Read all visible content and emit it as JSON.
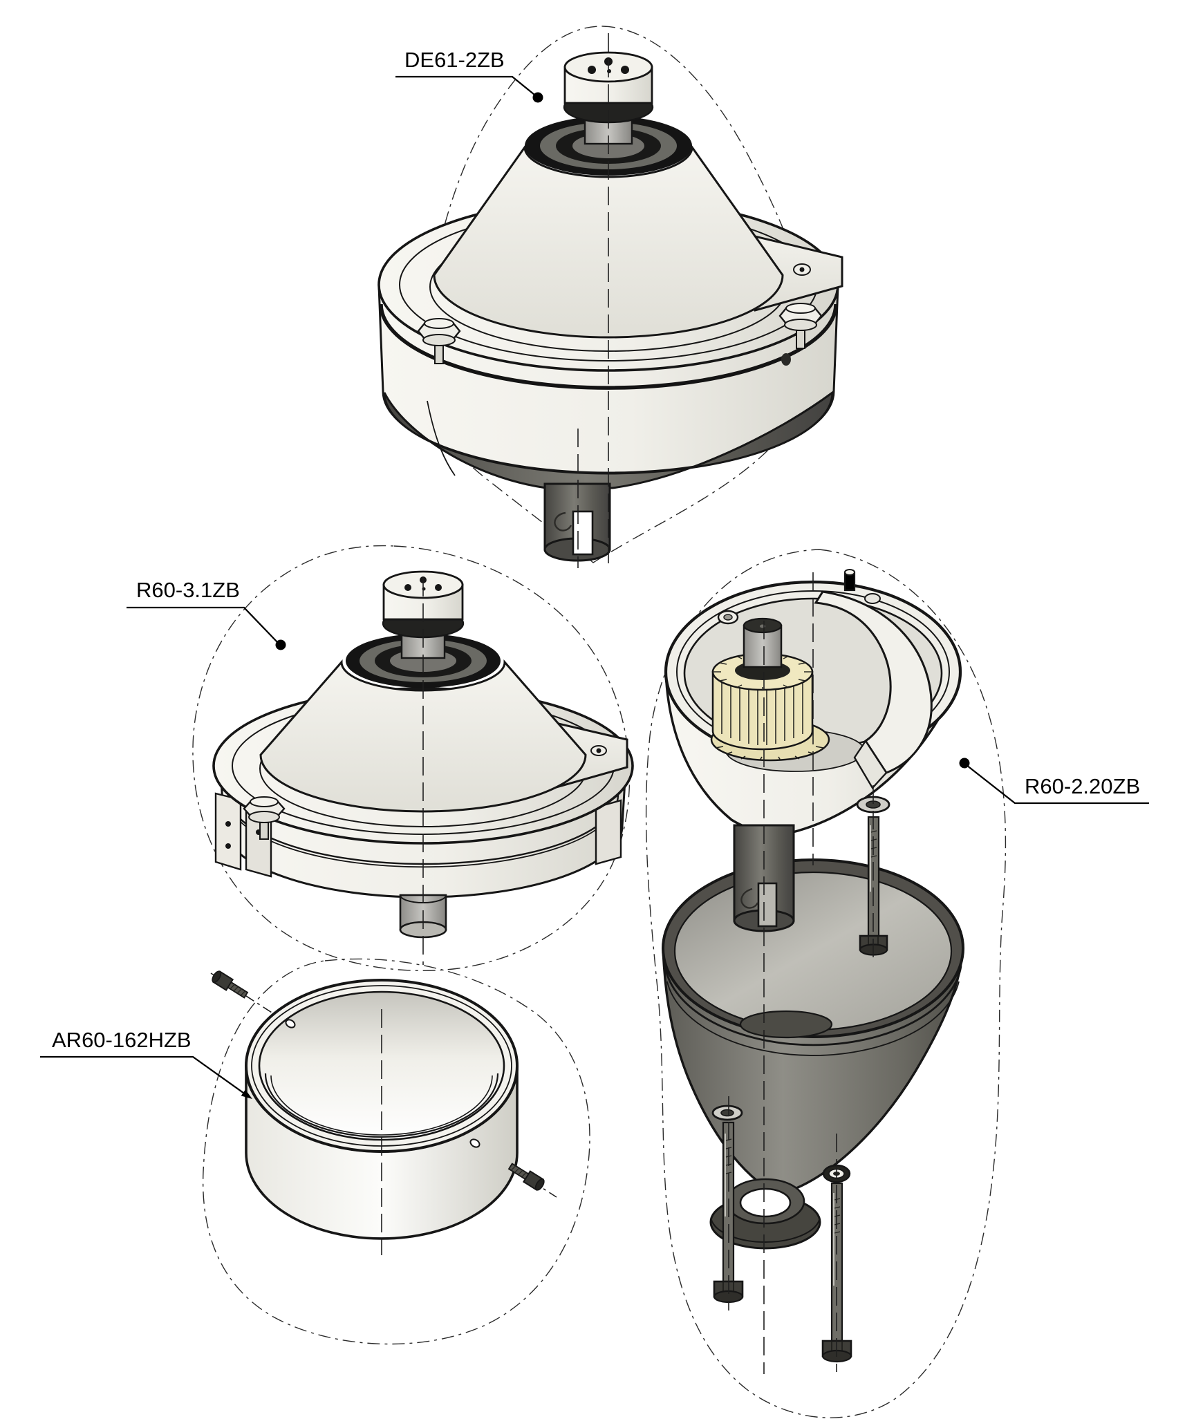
{
  "diagram": {
    "type": "exploded-parts-diagram",
    "background": "#ffffff",
    "parts": [
      {
        "id": "de61-2zb",
        "label": "DE61-2ZB",
        "leader_style": "dot",
        "description": "drive unit assembly, top"
      },
      {
        "id": "r60-3-1zb",
        "label": "R60-3.1ZB",
        "leader_style": "dot",
        "description": "drive unit assembly, middle left"
      },
      {
        "id": "ar60-162hzb",
        "label": "AR60-162HZB",
        "leader_style": "arrow",
        "description": "cylindrical adapter ring with two screws"
      },
      {
        "id": "r60-2-20zb",
        "label": "R60-2.20ZB",
        "leader_style": "dot",
        "description": "exploded gearbox: housing with pinion gear, dark bowl, gasket ring, washers and bolts"
      }
    ],
    "colors": {
      "outline": "#161616",
      "body": "#f2f1eb",
      "body_shade": "#d9d8d0",
      "dark_metal": "#55544e",
      "dark_metal_light": "#8a8981",
      "dark_deep": "#38372f",
      "gear_brass": "#ece4ba",
      "bowl_inner": "#b7b6af",
      "label_text": "#000000"
    }
  }
}
